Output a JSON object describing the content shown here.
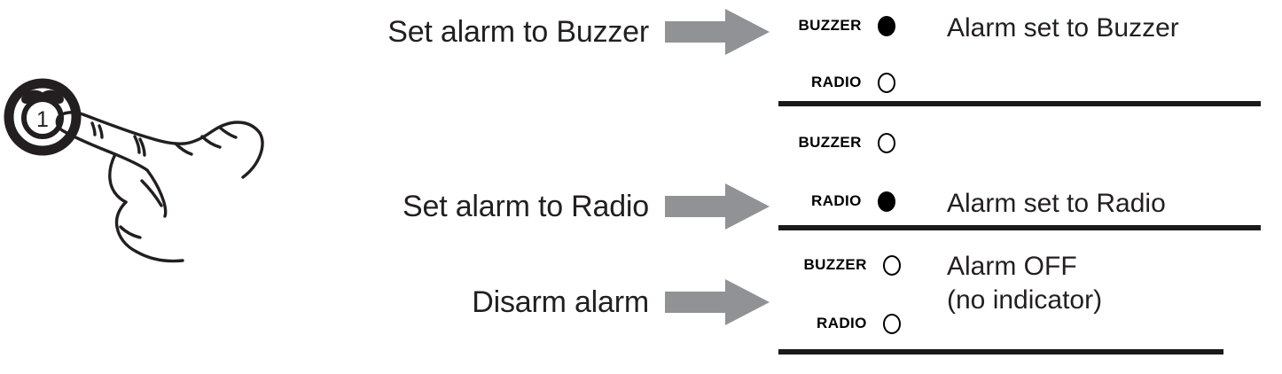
{
  "illustration": {
    "icon_name": "alarm-clock-button",
    "icon_digit": "1",
    "hand_name": "pointing-hand"
  },
  "colors": {
    "arrow": "#919295",
    "ink": "#231f20",
    "led_on": "#000000",
    "divider": "#1a1a1a"
  },
  "instructions": [
    {
      "label": "Set alarm to Buzzer",
      "arrow": "right-arrow"
    },
    {
      "label": "Set alarm to Radio",
      "arrow": "right-arrow"
    },
    {
      "label": "Disarm alarm",
      "arrow": "right-arrow"
    }
  ],
  "groups": [
    {
      "rows": [
        {
          "label": "BUZZER",
          "state": "on"
        },
        {
          "label": "RADIO",
          "state": "off"
        }
      ],
      "status": "Alarm set to Buzzer",
      "status_row": "buzzer"
    },
    {
      "rows": [
        {
          "label": "BUZZER",
          "state": "off"
        },
        {
          "label": "RADIO",
          "state": "on"
        }
      ],
      "status": "Alarm set to Radio",
      "status_row": "radio"
    },
    {
      "rows": [
        {
          "label": "BUZZER",
          "state": "off"
        },
        {
          "label": "RADIO",
          "state": "off"
        }
      ],
      "status": "Alarm OFF\n(no indicator)",
      "status_row": "none"
    }
  ]
}
